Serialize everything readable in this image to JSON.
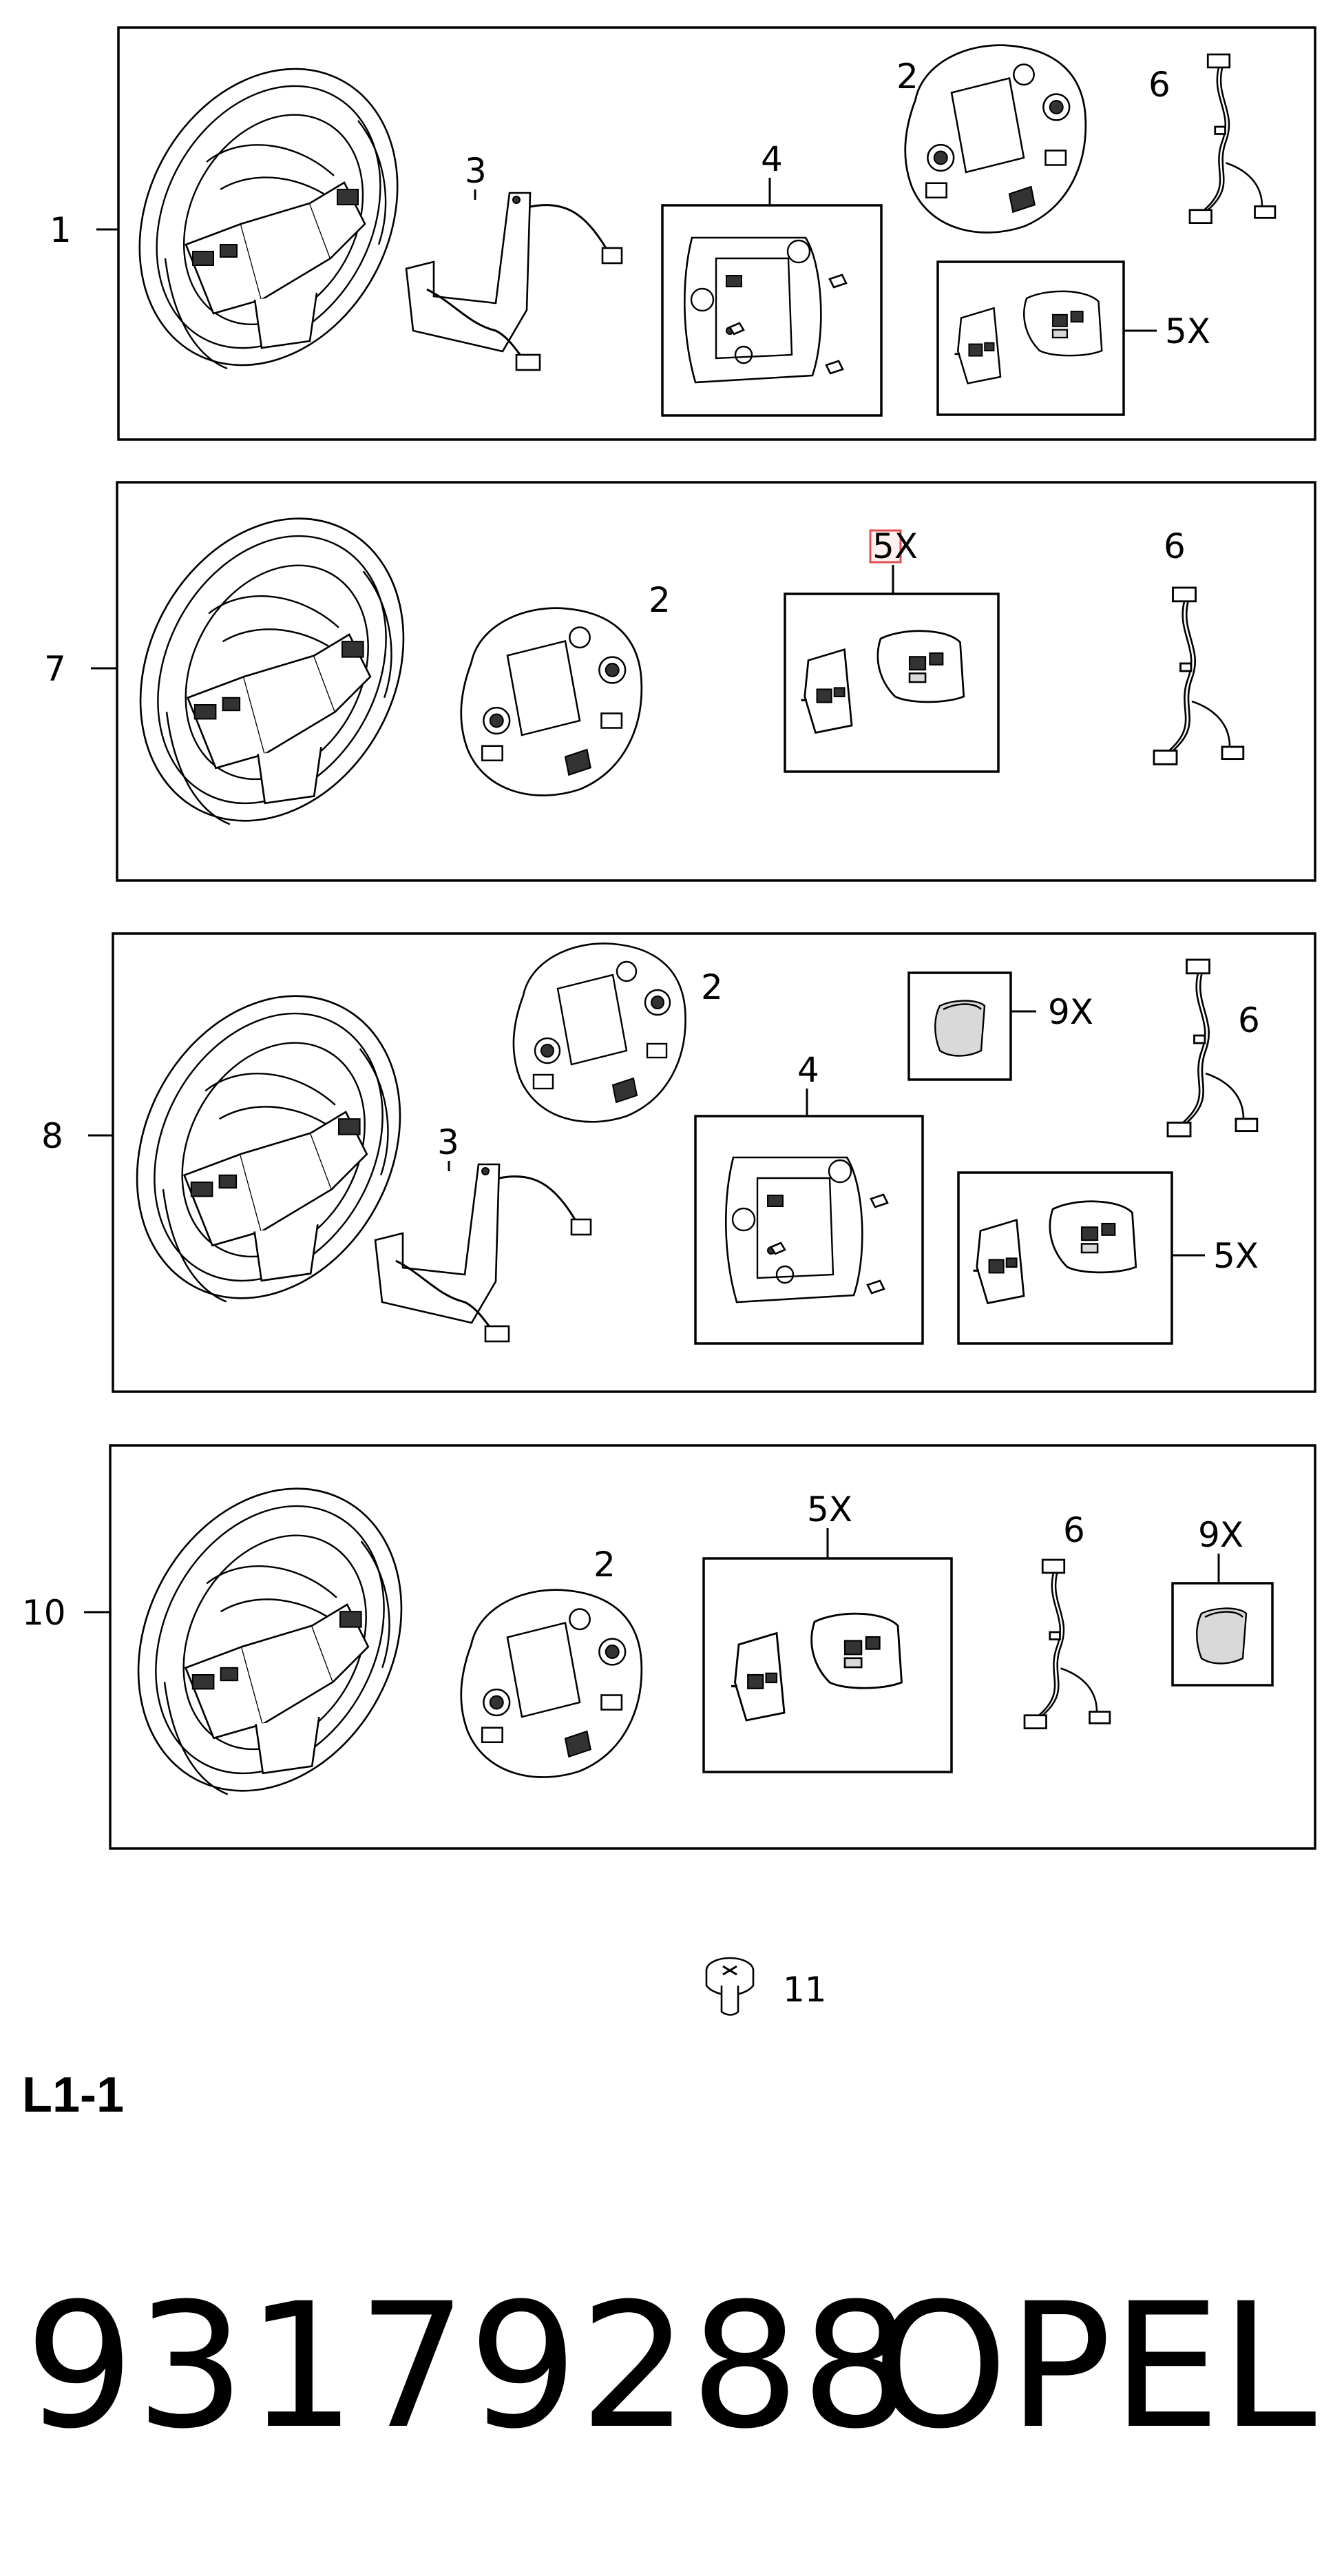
{
  "callouts": {
    "g1": {
      "index": "1",
      "p3": "3",
      "p4": "4",
      "p2": "2",
      "p6": "6",
      "p5": "5X"
    },
    "g7": {
      "index": "7",
      "p2": "2",
      "p5": "5X",
      "p6": "6"
    },
    "g8": {
      "index": "8",
      "p2": "2",
      "p9": "9X",
      "p6": "6",
      "p3": "3",
      "p4": "4",
      "p5": "5X"
    },
    "g10": {
      "index": "10",
      "p2": "2",
      "p5": "5X",
      "p6": "6",
      "p9": "9X"
    },
    "screw": "11"
  },
  "group_label": "L1-1",
  "part_number": "93179288",
  "brand": "OPEL",
  "highlight_color": "#e05050"
}
